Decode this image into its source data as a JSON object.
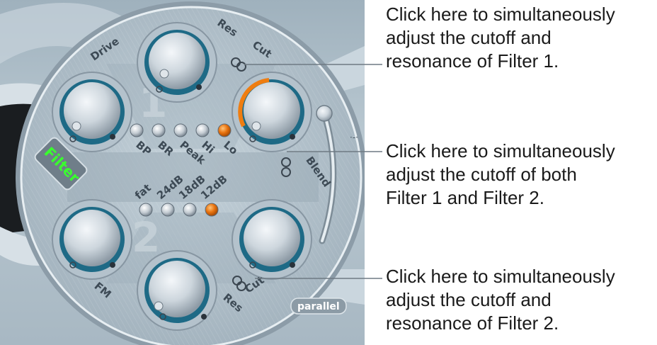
{
  "synth": {
    "filter_button_label": "Filter",
    "knobs": {
      "drive": "Drive",
      "res_1": "Res",
      "cut_1": "Cut",
      "blend": "Blend",
      "fm": "FM",
      "res_2": "Res",
      "cut_2": "Cut"
    },
    "filter1_modes": [
      "BP",
      "BR",
      "Peak",
      "Hi",
      "Lo"
    ],
    "filter1_selected": "Lo",
    "filter2_slopes": [
      "fat",
      "24dB",
      "18dB",
      "12dB"
    ],
    "filter2_selected": "12dB",
    "section_numbers": [
      "1",
      "2"
    ],
    "parallel_label": "parallel",
    "colors": {
      "panel": "#a9bac5",
      "led_active": "#e8720e",
      "led_inactive": "#c9d0d6",
      "filter_text": "#39ff2e",
      "cutoff_arc": "#ef7d10"
    }
  },
  "callouts": [
    {
      "lines": [
        "Click here to simultaneously",
        "adjust the cutoff and",
        "resonance of Filter 1."
      ]
    },
    {
      "lines": [
        "Click here to simultaneously",
        "adjust the cutoff of both",
        "Filter 1 and Filter 2."
      ]
    },
    {
      "lines": [
        "Click here to simultaneously",
        "adjust the cutoff and",
        "resonance of Filter 2."
      ]
    }
  ]
}
